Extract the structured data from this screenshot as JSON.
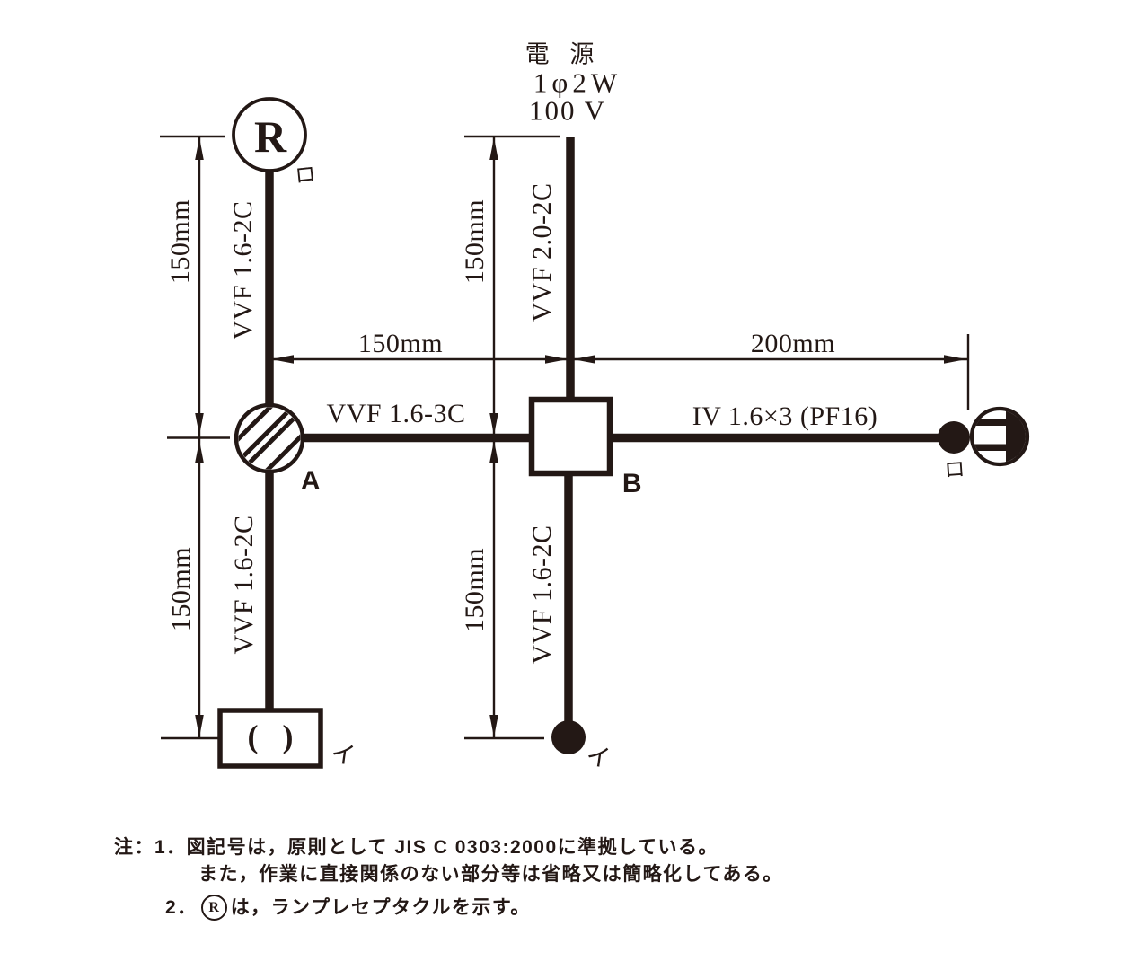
{
  "ink_color": "#231815",
  "source": {
    "title": "電 源",
    "spec": "1φ2W",
    "voltage": "100 V"
  },
  "cables": {
    "left_upper": "VVF 1.6-2C",
    "left_lower": "VVF 1.6-2C",
    "center_upper": "VVF 2.0-2C",
    "center_lower": "VVF 1.6-2C",
    "branch_ab": "VVF 1.6-3C",
    "branch_right": "IV 1.6×3 (PF16)"
  },
  "dims": {
    "left_upper": "150mm",
    "left_lower": "150mm",
    "center_upper": "150mm",
    "center_lower": "150mm",
    "span_ab": "150mm",
    "span_right": "200mm"
  },
  "nodes": {
    "box_a": "A",
    "box_b": "B",
    "lamp_receptacle_letter": "R",
    "fixture_glyph": "( )"
  },
  "circuit_marks": {
    "lamp_switch_mark": "ロ",
    "outlet_switch_mark": "ロ",
    "fixture_mark": "イ",
    "center_switch_mark": "イ"
  },
  "notes": {
    "line1": "注：1．図記号は，原則として JIS C 0303:2000に準拠している。",
    "line2": "また，作業に直接関係のない部分等は省略又は簡略化してある。",
    "line3_pre": "2．",
    "line3_symbol": "R",
    "line3_post": "は，ランプレセプタクルを示す。"
  }
}
